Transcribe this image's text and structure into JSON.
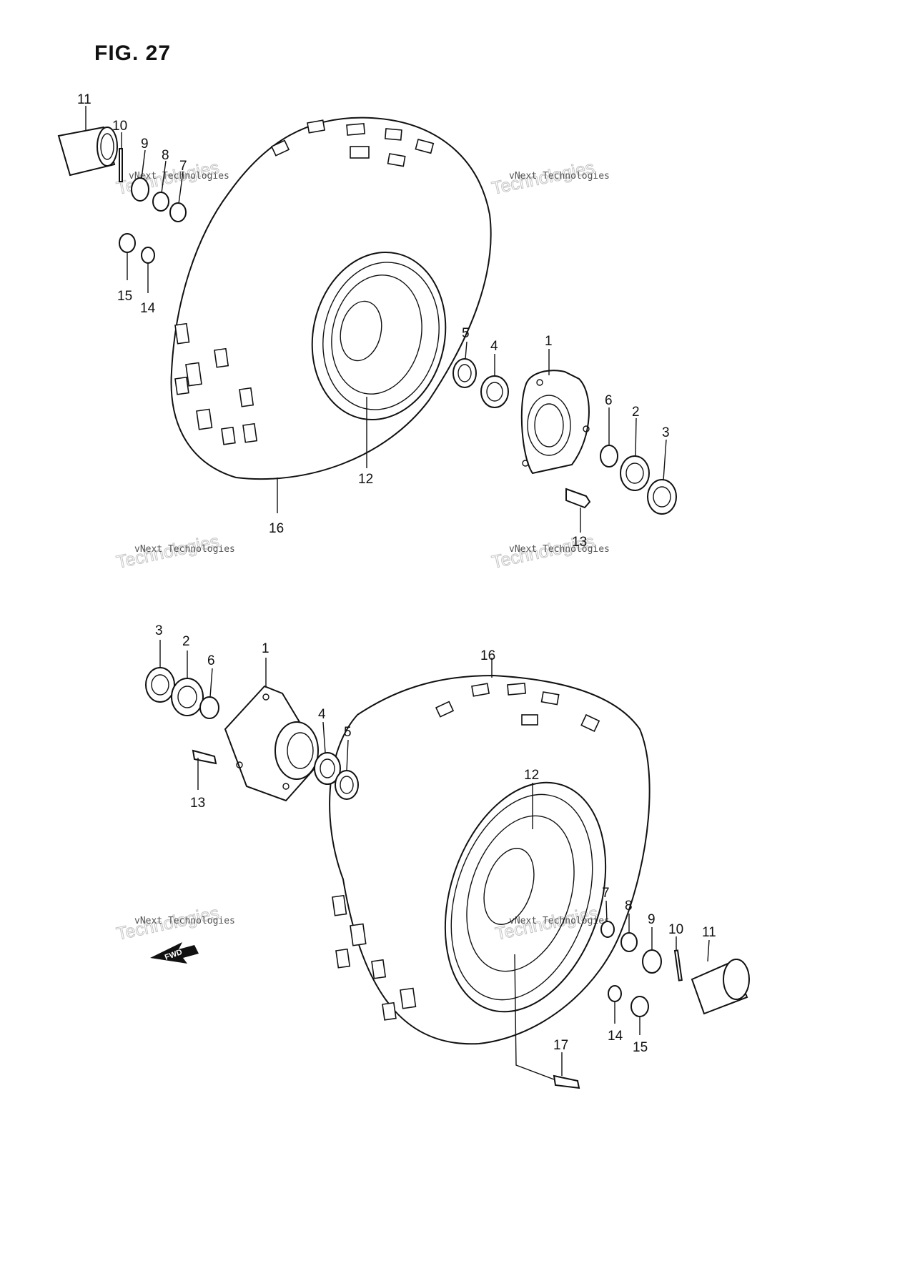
{
  "figure": {
    "title": "FIG. 27"
  },
  "watermark": {
    "line1": "vNext Technologies",
    "line2": "Technologies"
  },
  "fwd_arrow": {
    "label": "FWD"
  },
  "upper_callouts": {
    "c11": "11",
    "c10": "10",
    "c9": "9",
    "c8": "8",
    "c7": "7",
    "c15": "15",
    "c14": "14",
    "c5": "5",
    "c4": "4",
    "c1": "1",
    "c6": "6",
    "c2": "2",
    "c3": "3",
    "c12": "12",
    "c16": "16",
    "c13": "13"
  },
  "lower_callouts": {
    "c3": "3",
    "c2": "2",
    "c6": "6",
    "c1": "1",
    "c4": "4",
    "c5": "5",
    "c13": "13",
    "c16": "16",
    "c12": "12",
    "c7": "7",
    "c8": "8",
    "c9": "9",
    "c10": "10",
    "c11": "11",
    "c14": "14",
    "c15": "15",
    "c17": "17"
  }
}
